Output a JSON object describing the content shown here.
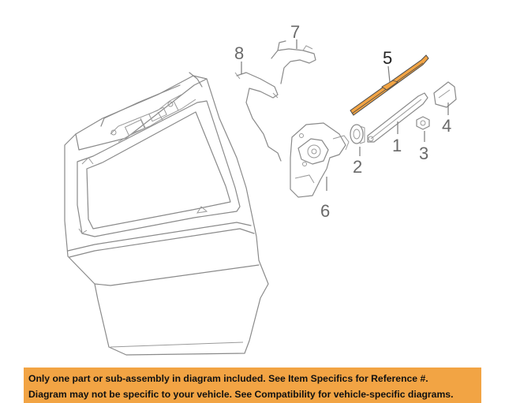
{
  "diagram": {
    "callouts": [
      {
        "id": "1",
        "label": "1"
      },
      {
        "id": "2",
        "label": "2"
      },
      {
        "id": "3",
        "label": "3"
      },
      {
        "id": "4",
        "label": "4"
      },
      {
        "id": "5",
        "label": "5",
        "highlighted": true
      },
      {
        "id": "6",
        "label": "6"
      },
      {
        "id": "7",
        "label": "7"
      },
      {
        "id": "8",
        "label": "8"
      }
    ],
    "highlight_color": "#f2a444",
    "line_color": "#8a8a8a"
  },
  "disclaimer": {
    "line1": "Only one part or sub-assembly in diagram included. See Item Specifics for Reference #.",
    "line2": "Diagram may not be specific to your vehicle. See Compatibility for vehicle-specific diagrams.",
    "background_color": "#f2a444"
  }
}
